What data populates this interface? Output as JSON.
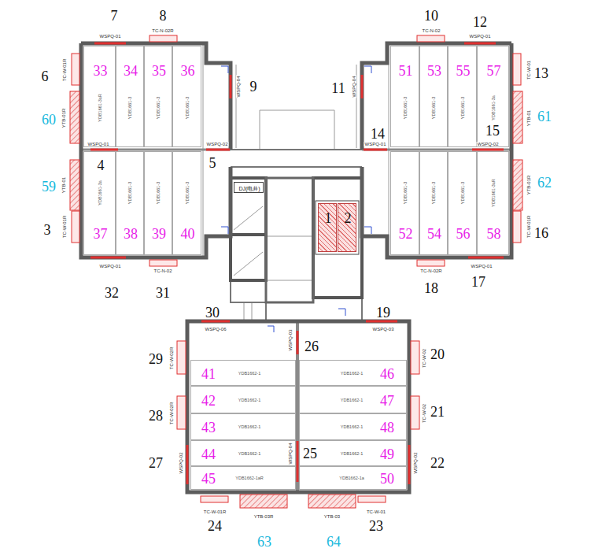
{
  "diagram": {
    "nodes": [
      {
        "text": [
          "33",
          "YDB1661-3aR"
        ]
      },
      {
        "text": [
          "34",
          "YDB1661-3"
        ]
      },
      {
        "text": [
          "35",
          "YDB1661-3"
        ]
      },
      {
        "text": [
          "36",
          "YDB1661-3"
        ]
      },
      {
        "text": [
          "37",
          "YDB1661-3a"
        ]
      },
      {
        "text": [
          "38",
          "YDB1661-3"
        ]
      },
      {
        "text": [
          "39",
          "YDB1661-3"
        ]
      },
      {
        "text": [
          "40",
          "YDB1661-3"
        ]
      },
      {
        "text": [
          "51",
          "YDB1661-3"
        ]
      },
      {
        "text": [
          "53",
          "YDB1661-3"
        ]
      },
      {
        "text": [
          "55",
          "YDB1661-3"
        ]
      },
      {
        "text": [
          "57",
          "YDB1661-3a"
        ]
      },
      {
        "text": [
          "52",
          "YDB1661-3"
        ]
      },
      {
        "text": [
          "54",
          "YDB1661-3"
        ]
      },
      {
        "text": [
          "56",
          "YDB1661-3"
        ]
      },
      {
        "text": [
          "58",
          "YDB1661-3aR"
        ]
      },
      {
        "text": [
          "DJ(电井)"
        ]
      },
      {
        "text": [
          "1"
        ]
      },
      {
        "text": [
          "2"
        ]
      },
      {
        "text": [
          "41",
          "YDB1662-1"
        ]
      },
      {
        "text": [
          "42",
          "YDB1662-1"
        ]
      },
      {
        "text": [
          "43",
          "YDB1662-1"
        ]
      },
      {
        "text": [
          "44",
          "YDB1662-1"
        ]
      },
      {
        "text": [
          "45",
          "YDB1662-1aR"
        ]
      },
      {
        "text": [
          "46",
          "YDB1662-1"
        ]
      },
      {
        "text": [
          "47",
          "YDB1662-1"
        ]
      },
      {
        "text": [
          "48",
          "YDB1662-1"
        ]
      },
      {
        "text": [
          "49",
          "YDB1662-1"
        ]
      },
      {
        "text": [
          "50",
          "YDB1662-1a"
        ]
      }
    ],
    "labels": [
      "7",
      "8",
      "6",
      "60",
      "4",
      "5",
      "59",
      "3",
      "9",
      "32",
      "31",
      "11",
      "10",
      "12",
      "13",
      "61",
      "14",
      "15",
      "62",
      "16",
      "18",
      "17",
      "30",
      "19",
      "29",
      "26",
      "20",
      "28",
      "21",
      "27",
      "25",
      "22",
      "24",
      "63",
      "64",
      "23",
      "WSPQ-01",
      "TC-N-02R",
      "TC-W-01R",
      "YTB-01R",
      "YTB-01",
      "TC-W-01R",
      "WSPQ-01",
      "WSPQ-02",
      "WSPQ-04",
      "WSPQ-01",
      "TC-N-02",
      "TC-N-02",
      "WSPQ-01",
      "WSPQ-04",
      "TC-W-01",
      "YTB-01",
      "YTB-01R",
      "TC-W-01R",
      "WSPQ-01",
      "WSPQ-02",
      "TC-N-02R",
      "WSPQ-01",
      "WSPQ-06",
      "WSPQ-03",
      "TC-W-02R",
      "TC-W-02R",
      "WSPQ-02",
      "WSPQ-03",
      "WSPQ-04",
      "TC-W-02",
      "TC-W-02",
      "WSPQ-02",
      "TC-W-01R",
      "YTB-03R",
      "YTB-03",
      "TC-W-01"
    ]
  }
}
